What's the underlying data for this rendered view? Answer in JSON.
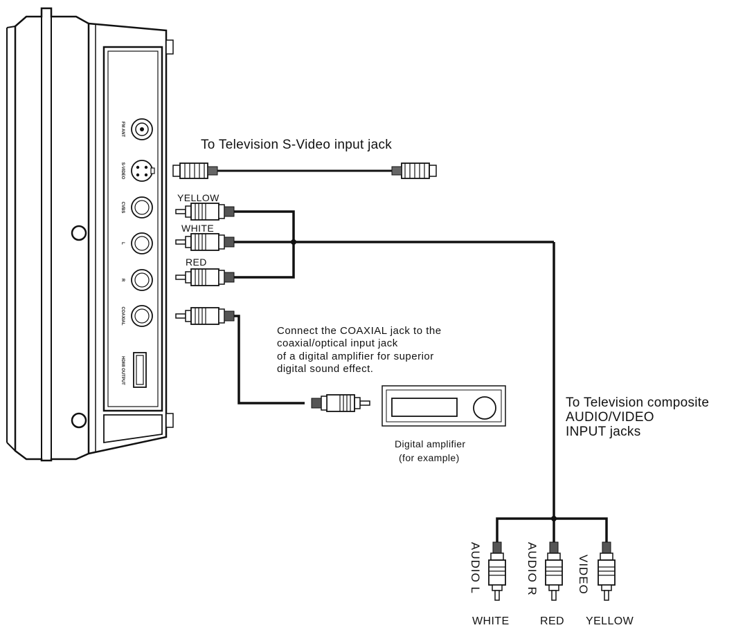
{
  "labels": {
    "svideo_caption": "To Television S-Video input jack",
    "yellow": "YELLOW",
    "white": "WHITE",
    "red": "RED",
    "coaxial_note": [
      "Connect the COAXIAL jack to the",
      "coaxial/optical input jack",
      "of a digital amplifier for superior",
      "digital sound effect."
    ],
    "amplifier_caption": "Digital amplifier",
    "amplifier_sub": "(for example)",
    "tv_caption": [
      "To Television composite",
      "AUDIO/VIDEO",
      "INPUT jacks"
    ],
    "plug_audio_l": "AUDIO L",
    "plug_audio_r": "AUDIO R",
    "plug_video": "VIDEO",
    "color_white": "WHITE",
    "color_red": "RED",
    "color_yellow": "YELLOW"
  },
  "panel_ports": {
    "fm_ant": "FM ANT",
    "s_video": "S-VIDEO",
    "cvbs": "CVBS",
    "audio_l": "L",
    "audio_r": "R",
    "coaxial": "COAXIAL",
    "hdmi": "HDMI OUTPUT"
  }
}
